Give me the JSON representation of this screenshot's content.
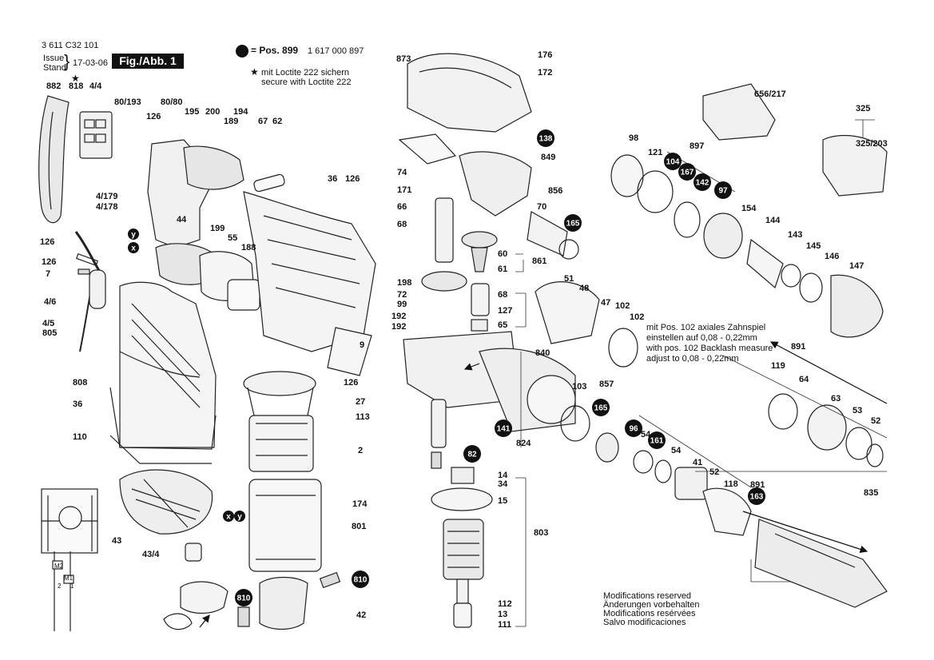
{
  "header": {
    "doc_number": "3 611 C32 101",
    "issue_label": "Issue",
    "stand_label": "Stand",
    "issue_date": "17-03-06",
    "fig_label": "Fig./Abb. 1"
  },
  "legend": {
    "pos_label": "= Pos. 899",
    "pos_number": "1 617 000 897",
    "loctite_de": "mit Loctite 222 sichern",
    "loctite_en": "secure with Loctite 222"
  },
  "backlash_note": {
    "de_1": "mit Pos. 102 axiales Zahnspiel",
    "de_2": "einstellen auf 0,08 - 0,22mm",
    "en_1": "with pos. 102 Backlash measure",
    "en_2": "adjust to 0,08 - 0,22mm"
  },
  "modifications": [
    "Modifications reserved",
    "Änderungen vorbehalten",
    "Modifications resérvées",
    "Salvo modificaciones"
  ],
  "part_labels": [
    "882",
    "818",
    "4/4",
    "80/193",
    "80/80",
    "126",
    "195",
    "200",
    "189",
    "194",
    "67",
    "62",
    "4/179",
    "4/178",
    "126",
    "36",
    "126",
    "44",
    "199",
    "55",
    "188",
    "126",
    "7",
    "4/6",
    "4/5",
    "805",
    "9",
    "808",
    "36",
    "110",
    "126",
    "27",
    "113",
    "2",
    "174",
    "801",
    "43",
    "43/4",
    "42",
    "873",
    "176",
    "172",
    "74",
    "849",
    "171",
    "856",
    "66",
    "70",
    "68",
    "60",
    "861",
    "61",
    "198",
    "72",
    "68",
    "99",
    "127",
    "192",
    "192",
    "65",
    "51",
    "48",
    "47",
    "102",
    "102",
    "840",
    "103",
    "857",
    "824",
    "14",
    "34",
    "15",
    "803",
    "112",
    "13",
    "111",
    "656/217",
    "325",
    "325/203",
    "98",
    "121",
    "897",
    "154",
    "144",
    "143",
    "145",
    "146",
    "147",
    "891",
    "119",
    "64",
    "63",
    "53",
    "52",
    "54",
    "54",
    "41",
    "52",
    "118",
    "891",
    "835"
  ],
  "circle_markers": [
    "138",
    "165",
    "104",
    "167",
    "142",
    "97",
    "141",
    "82",
    "165",
    "96",
    "161",
    "163",
    "810",
    "810"
  ],
  "wire_markers": [
    "y",
    "x",
    "x",
    "y"
  ],
  "schematic_labels": [
    "M2",
    "M1",
    "2",
    "1"
  ]
}
